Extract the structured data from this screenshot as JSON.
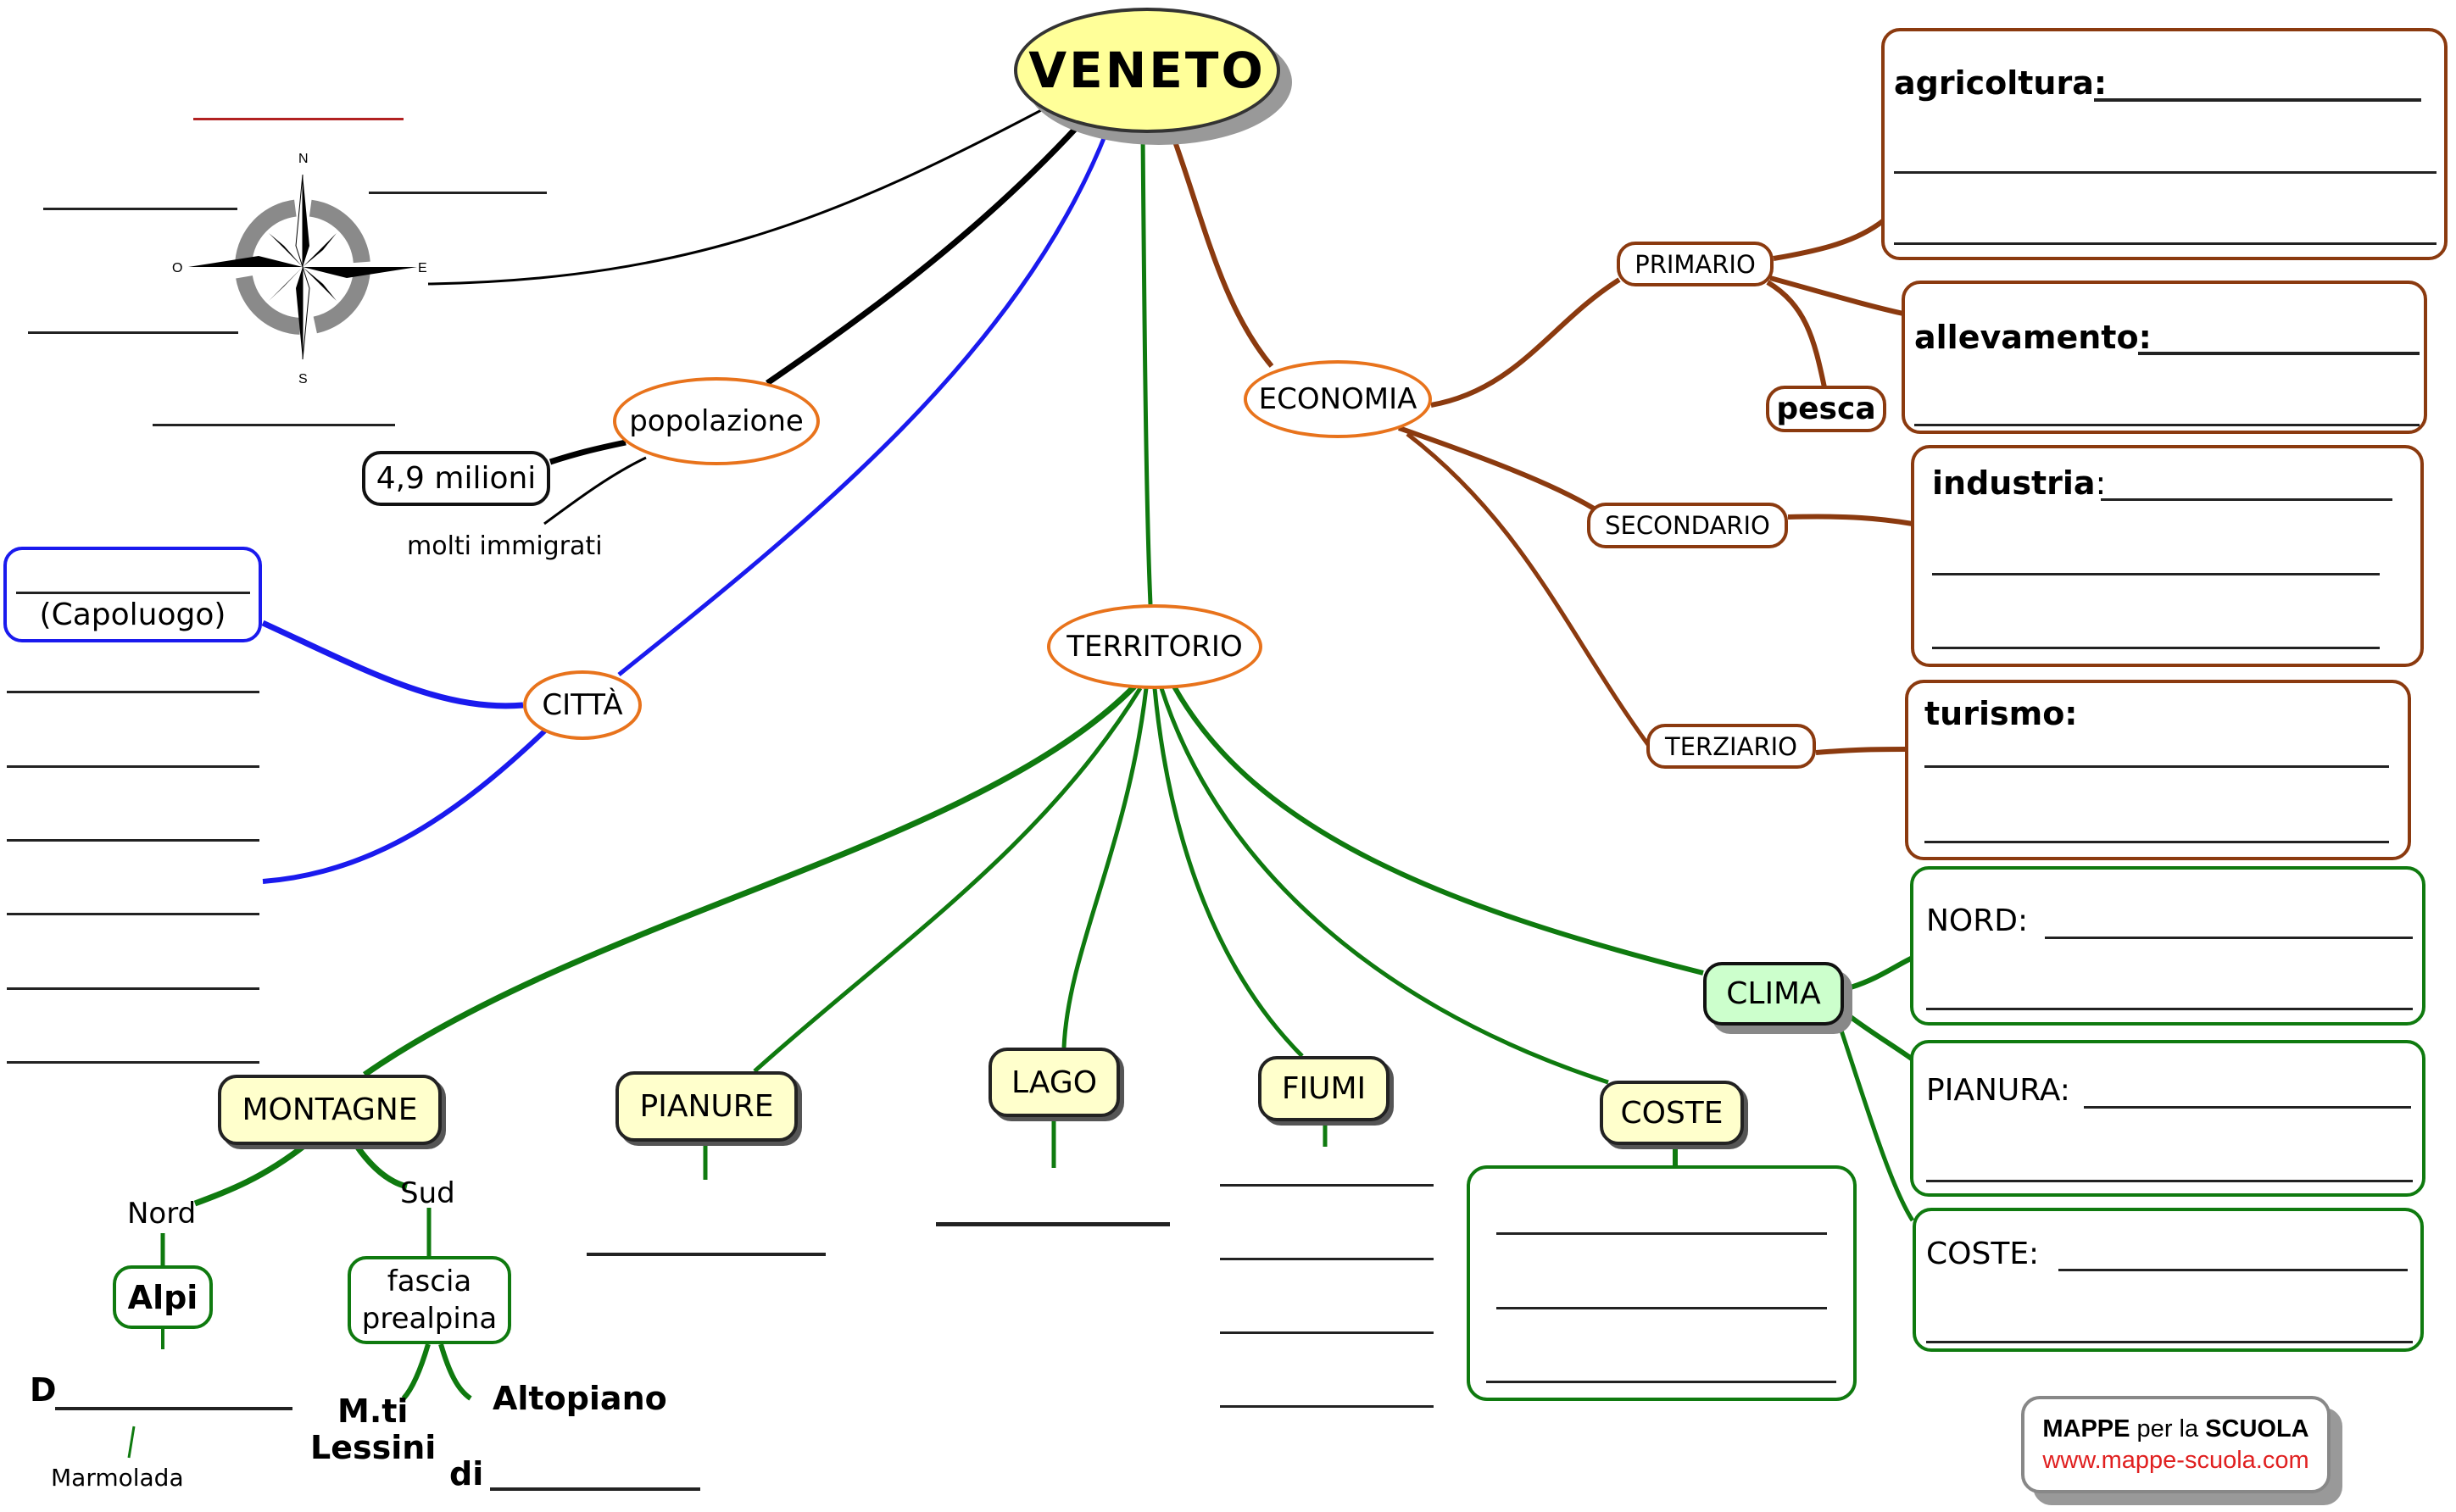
{
  "title": "VENETO",
  "colors": {
    "central_fill": "#ffff99",
    "popolazione_branch": "#000000",
    "citta_branch": "#1a1aee",
    "territorio_branch": "#0f7a0f",
    "economia_branch": "#8b3a0f",
    "sub_ellipse_border": "#e8731c",
    "territorio_node_fill": "#ffffcc",
    "clima_node_fill": "#ccffcc",
    "logo_url_color": "#e02020"
  },
  "compass": {
    "icon": "compass-rose-icon",
    "north": "N",
    "south": "S",
    "west": "O",
    "east": "E"
  },
  "popolazione": {
    "label": "popolazione",
    "count": "4,9 milioni",
    "note": "molti immigrati"
  },
  "citta": {
    "label": "CITTÀ",
    "capoluogo_label": "(Capoluogo)"
  },
  "economia": {
    "label": "ECONOMIA",
    "primario": {
      "label": "PRIMARIO",
      "pesca": "pesca",
      "agricoltura": "agricoltura:",
      "allevamento": "allevamento:"
    },
    "secondario": {
      "label": "SECONDARIO",
      "industria": "industria",
      "industria_colon": ":"
    },
    "terziario": {
      "label": "TERZIARIO",
      "turismo": "turismo:"
    }
  },
  "territorio": {
    "label": "TERRITORIO",
    "montagne": {
      "label": "MONTAGNE",
      "nord": "Nord",
      "sud": "Sud",
      "alpi": "Alpi",
      "fascia_line1": "fascia",
      "fascia_line2": "prealpina",
      "d_prefix": "D",
      "marmolada": "Marmolada",
      "mti_line1": "M.ti",
      "mti_line2": "Lessini",
      "altopiano": "Altopiano",
      "di_prefix": "di"
    },
    "pianure": {
      "label": "PIANURE"
    },
    "lago": {
      "label": "LAGO"
    },
    "fiumi": {
      "label": "FIUMI"
    },
    "coste": {
      "label": "COSTE"
    },
    "clima": {
      "label": "CLIMA",
      "nord": "NORD:",
      "pianura": "PIANURA:",
      "coste": "COSTE:"
    }
  },
  "logo": {
    "brand_bold_1": "MAPPE",
    "brand_normal": " per la ",
    "brand_bold_2": "SCUOLA",
    "url": "www.mappe-scuola.com"
  }
}
